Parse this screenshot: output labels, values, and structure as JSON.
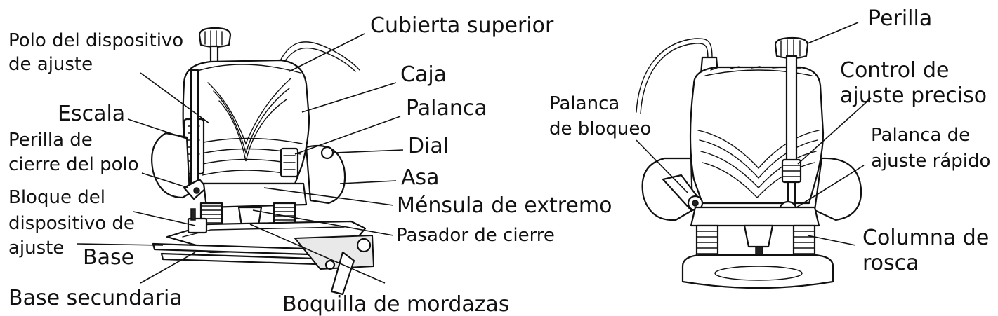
{
  "left_router": {
    "labels": {
      "cubierta_superior": "Cubierta superior",
      "polo_dispositivo_1": "Polo del dispositivo",
      "polo_dispositivo_2": "de ajuste",
      "caja": "Caja",
      "escala": "Escala",
      "palanca": "Palanca",
      "perilla_cierre_1": "Perilla de",
      "perilla_cierre_2": "cierre del polo",
      "dial": "Dial",
      "asa": "Asa",
      "bloque_1": "Bloque del",
      "bloque_2": "dispositivo de",
      "bloque_3": "ajuste",
      "mensula": "Ménsula de extremo",
      "pasador": "Pasador de cierre",
      "base": "Base",
      "base_secundaria": "Base secundaria",
      "boquilla": "Boquilla de mordazas"
    }
  },
  "right_router": {
    "labels": {
      "perilla": "Perilla",
      "control_1": "Control de",
      "control_2": "ajuste preciso",
      "palanca_bloqueo_1": "Palanca",
      "palanca_bloqueo_2": "de bloqueo",
      "palanca_ajuste_1": "Palanca de",
      "palanca_ajuste_2": "ajuste rápido",
      "columna_1": "Columna de",
      "columna_2": "rosca"
    }
  }
}
